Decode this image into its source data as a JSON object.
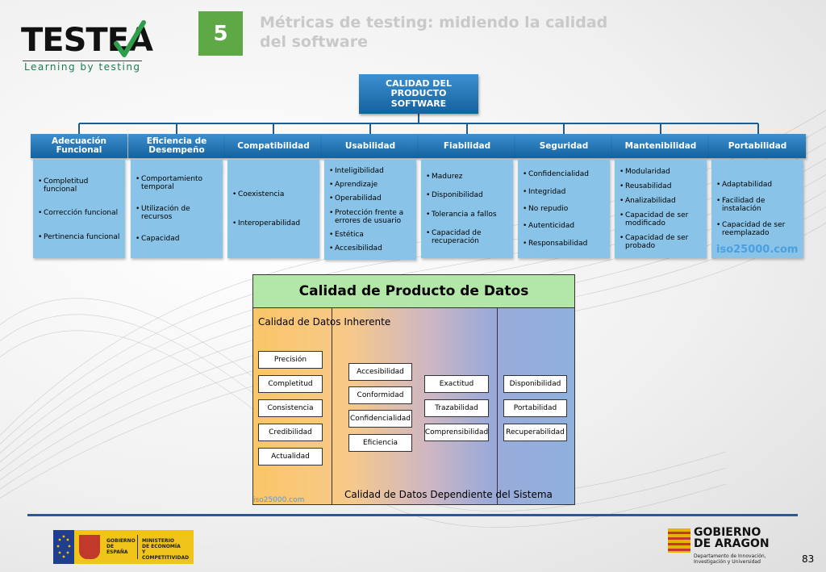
{
  "header": {
    "logo_text": "TESTEA",
    "logo_tagline": "Learning by testing",
    "chapter_number": "5",
    "title_line1": "Métricas de testing: midiendo la calidad",
    "title_line2": "del software"
  },
  "product_quality": {
    "root_line1": "CALIDAD DEL",
    "root_line2": "PRODUCTO",
    "root_line3": "SOFTWARE",
    "categories": [
      {
        "line1": "Adecuación",
        "line2": "Funcional",
        "items": [
          "Completitud funcional",
          "Corrección funcional",
          "Pertinencia funcional"
        ]
      },
      {
        "line1": "Eficiencia de",
        "line2": "Desempeño",
        "items": [
          "Comportamiento temporal",
          "Utilización de recursos",
          "Capacidad"
        ]
      },
      {
        "line1": "Compatibilidad",
        "line2": "",
        "items": [
          "Coexistencia",
          "Interoperabilidad"
        ]
      },
      {
        "line1": "Usabilidad",
        "line2": "",
        "items": [
          "Inteligibilidad",
          "Aprendizaje",
          "Operabilidad",
          "Protección frente a errores de usuario",
          "Estética",
          "Accesibilidad"
        ]
      },
      {
        "line1": "Fiabilidad",
        "line2": "",
        "items": [
          "Madurez",
          "Disponibilidad",
          "Tolerancia a fallos",
          "Capacidad de recuperación"
        ]
      },
      {
        "line1": "Seguridad",
        "line2": "",
        "items": [
          "Confidencialidad",
          "Integridad",
          "No repudio",
          "Autenticidad",
          "Responsabilidad"
        ]
      },
      {
        "line1": "Mantenibilidad",
        "line2": "",
        "items": [
          "Modularidad",
          "Reusabilidad",
          "Analizabilidad",
          "Capacidad de ser modificado",
          "Capacidad de ser probado"
        ]
      },
      {
        "line1": "Portabilidad",
        "line2": "",
        "items": [
          "Adaptabilidad",
          "Facilidad de instalación",
          "Capacidad de ser reemplazado"
        ]
      }
    ],
    "source": "iso25000.com"
  },
  "data_quality": {
    "title": "Calidad de Producto de Datos",
    "inherent_label": "Calidad de Datos Inherente",
    "dependent_label": "Calidad de Datos Dependiente del Sistema",
    "source": "iso25000.com",
    "col1": [
      "Precisión",
      "Completitud",
      "Consistencia",
      "Credibilidad",
      "Actualidad"
    ],
    "col2": [
      "Accesibilidad",
      "Conformidad",
      "Confidencialidad",
      "Eficiencia"
    ],
    "col3": [
      "Exactitud",
      "Trazabilidad",
      "Comprensibilidad"
    ],
    "col4": [
      "Disponibilidad",
      "Portabilidad",
      "Recuperabilidad"
    ]
  },
  "footer": {
    "spain_gov": "GOBIERNO DE ESPAÑA",
    "ministry_line1": "MINISTERIO",
    "ministry_line2": "DE ECONOMÍA",
    "ministry_line3": "Y COMPETITIVIDAD",
    "aragon_line1": "GOBIERNO",
    "aragon_line2": "DE ARAGON",
    "aragon_dept1": "Departamento de Innovación,",
    "aragon_dept2": "Investigación y Universidad",
    "page_number": "83"
  }
}
